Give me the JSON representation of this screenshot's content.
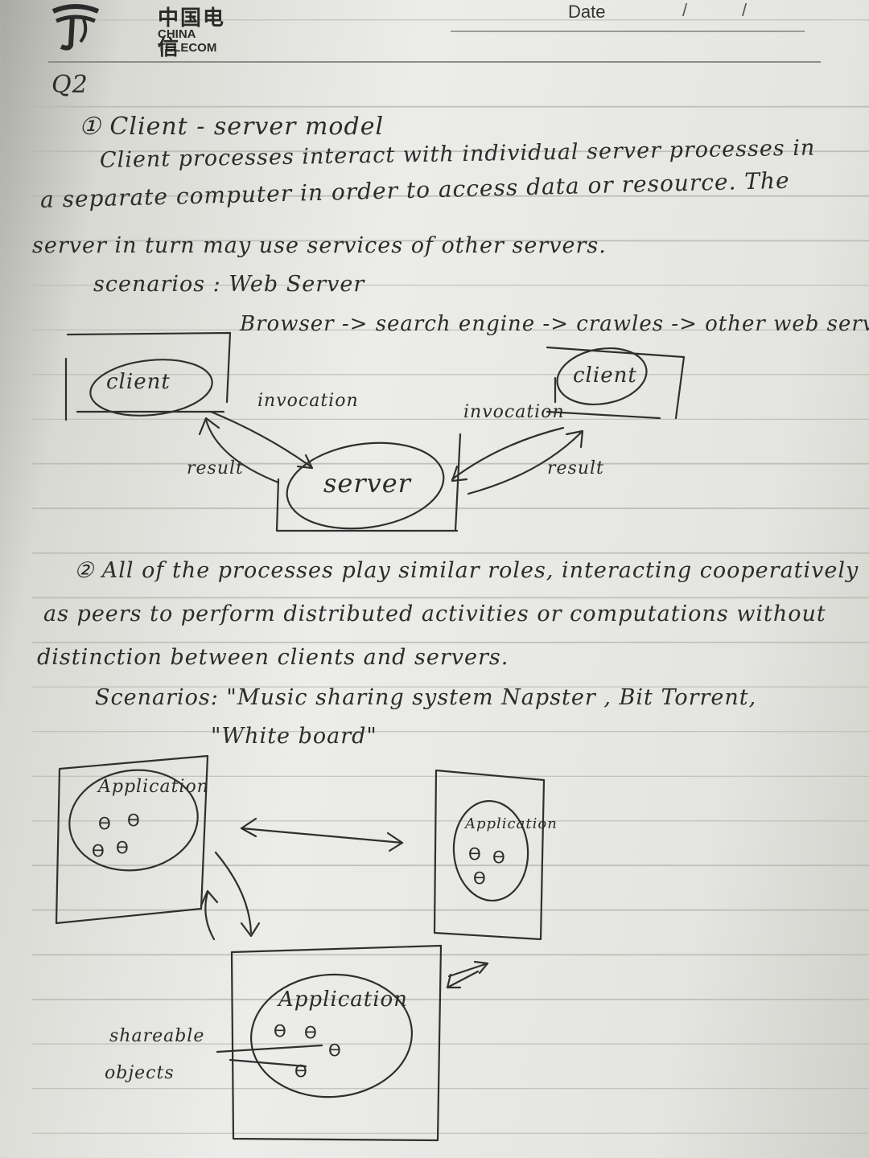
{
  "header": {
    "brand_cn": "中国电信",
    "brand_en": "CHINA TELECOM",
    "date_label": "Date",
    "date_sep": "/"
  },
  "notes": {
    "question": "Q2",
    "s1_title": "① Client - server model",
    "s1_line1": "Client processes interact with individual server processes in",
    "s1_line2": "a separate computer in order to access data or resource. The",
    "s1_line3": "server in turn may use services of other servers.",
    "s1_scenarios": "scenarios : Web Server",
    "s1_chain": "Browser -> search engine -> crawles -> other web servers",
    "s2_line1": "② All of the processes play similar roles, interacting cooperatively",
    "s2_line2": "as peers to perform distributed activities or computations without",
    "s2_line3": "distinction between clients and servers.",
    "s2_scenarios": "Scenarios: \"Music sharing system Napster , Bit Torrent,",
    "s2_scenarios2": "\"White board\""
  },
  "diagram1": {
    "client_left": "client",
    "client_right": "client",
    "server": "server",
    "invocation_left": "invocation",
    "invocation_right": "invocation",
    "result_left": "result",
    "result_right": "result"
  },
  "diagram2": {
    "app_left": "Application",
    "app_right": "Application",
    "app_bottom": "Application",
    "shareable_line1": "shareable",
    "shareable_line2": "objects",
    "face_glyph": "ϴ"
  }
}
